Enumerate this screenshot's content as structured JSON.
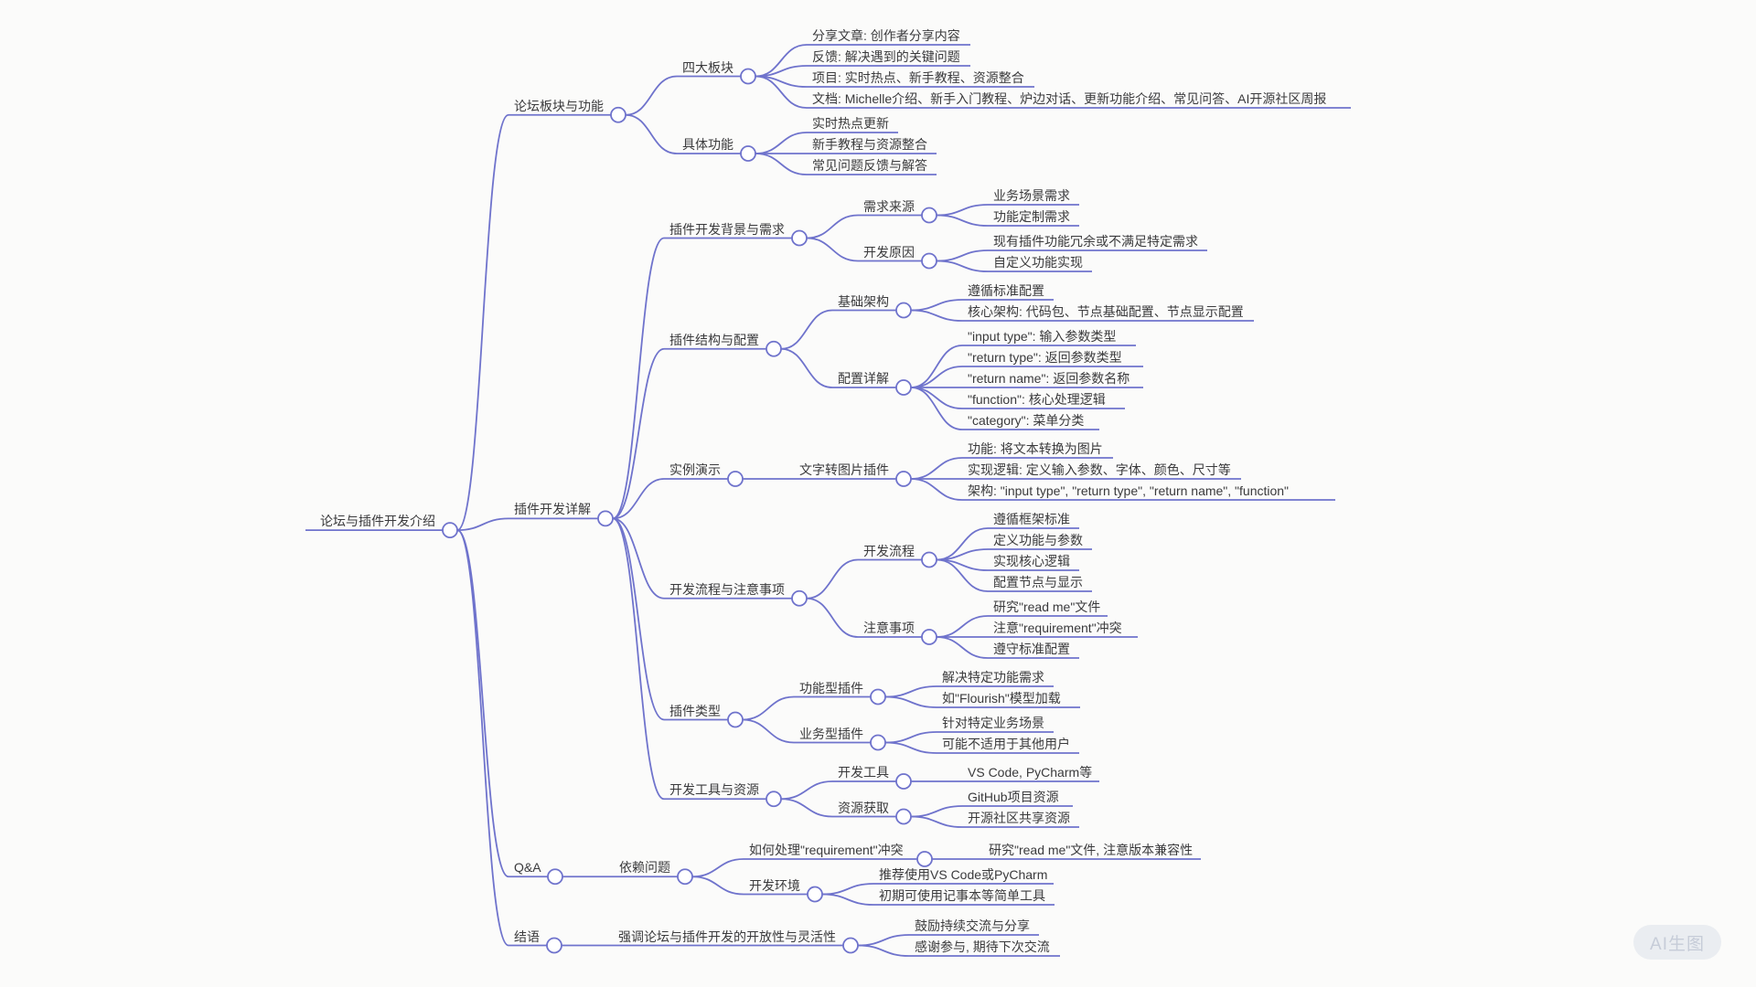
{
  "watermark": {
    "label": "AI生图"
  },
  "colors": {
    "background": "#fbfbfa",
    "edge": "#6f73cc",
    "node_fill": "#ffffff",
    "text": "#3a3a3c",
    "watermark_bg": "#eaedf1",
    "watermark_text": "#c6ccd8"
  },
  "mindmap": {
    "label": "论坛与插件开发介绍",
    "children": [
      {
        "label": "论坛板块与功能",
        "children": [
          {
            "label": "四大板块",
            "children": [
              {
                "label": "分享文章: 创作者分享内容"
              },
              {
                "label": "反馈: 解决遇到的关键问题"
              },
              {
                "label": "项目: 实时热点、新手教程、资源整合"
              },
              {
                "label": "文档: Michelle介绍、新手入门教程、炉边对话、更新功能介绍、常见问答、AI开源社区周报"
              }
            ]
          },
          {
            "label": "具体功能",
            "children": [
              {
                "label": "实时热点更新"
              },
              {
                "label": "新手教程与资源整合"
              },
              {
                "label": "常见问题反馈与解答"
              }
            ]
          }
        ]
      },
      {
        "label": "插件开发详解",
        "children": [
          {
            "label": "插件开发背景与需求",
            "children": [
              {
                "label": "需求来源",
                "children": [
                  {
                    "label": "业务场景需求"
                  },
                  {
                    "label": "功能定制需求"
                  }
                ]
              },
              {
                "label": "开发原因",
                "children": [
                  {
                    "label": "现有插件功能冗余或不满足特定需求"
                  },
                  {
                    "label": "自定义功能实现"
                  }
                ]
              }
            ]
          },
          {
            "label": "插件结构与配置",
            "children": [
              {
                "label": "基础架构",
                "children": [
                  {
                    "label": "遵循标准配置"
                  },
                  {
                    "label": "核心架构: 代码包、节点基础配置、节点显示配置"
                  }
                ]
              },
              {
                "label": "配置详解",
                "children": [
                  {
                    "label": "\"input type\": 输入参数类型"
                  },
                  {
                    "label": "\"return type\": 返回参数类型"
                  },
                  {
                    "label": "\"return name\": 返回参数名称"
                  },
                  {
                    "label": "\"function\": 核心处理逻辑"
                  },
                  {
                    "label": "\"category\": 菜单分类"
                  }
                ]
              }
            ]
          },
          {
            "label": "实例演示",
            "children": [
              {
                "label": "文字转图片插件",
                "children": [
                  {
                    "label": "功能: 将文本转换为图片"
                  },
                  {
                    "label": "实现逻辑: 定义输入参数、字体、颜色、尺寸等"
                  },
                  {
                    "label": "架构: \"input type\", \"return type\", \"return name\", \"function\""
                  }
                ]
              }
            ]
          },
          {
            "label": "开发流程与注意事项",
            "children": [
              {
                "label": "开发流程",
                "children": [
                  {
                    "label": "遵循框架标准"
                  },
                  {
                    "label": "定义功能与参数"
                  },
                  {
                    "label": "实现核心逻辑"
                  },
                  {
                    "label": "配置节点与显示"
                  }
                ]
              },
              {
                "label": "注意事项",
                "children": [
                  {
                    "label": "研究\"read me\"文件"
                  },
                  {
                    "label": "注意\"requirement\"冲突"
                  },
                  {
                    "label": "遵守标准配置"
                  }
                ]
              }
            ]
          },
          {
            "label": "插件类型",
            "children": [
              {
                "label": "功能型插件",
                "children": [
                  {
                    "label": "解决特定功能需求"
                  },
                  {
                    "label": "如\"Flourish\"模型加载"
                  }
                ]
              },
              {
                "label": "业务型插件",
                "children": [
                  {
                    "label": "针对特定业务场景"
                  },
                  {
                    "label": "可能不适用于其他用户"
                  }
                ]
              }
            ]
          },
          {
            "label": "开发工具与资源",
            "children": [
              {
                "label": "开发工具",
                "children": [
                  {
                    "label": "VS Code, PyCharm等"
                  }
                ]
              },
              {
                "label": "资源获取",
                "children": [
                  {
                    "label": "GitHub项目资源"
                  },
                  {
                    "label": "开源社区共享资源"
                  }
                ]
              }
            ]
          }
        ]
      },
      {
        "label": "Q&A",
        "children": [
          {
            "label": "依赖问题",
            "children": [
              {
                "label": "如何处理\"requirement\"冲突",
                "children": [
                  {
                    "label": "研究\"read me\"文件, 注意版本兼容性"
                  }
                ]
              },
              {
                "label": "开发环境",
                "children": [
                  {
                    "label": "推荐使用VS Code或PyCharm"
                  },
                  {
                    "label": "初期可使用记事本等简单工具"
                  }
                ]
              }
            ]
          }
        ]
      },
      {
        "label": "结语",
        "children": [
          {
            "label": "强调论坛与插件开发的开放性与灵活性",
            "children": [
              {
                "label": "鼓励持续交流与分享"
              },
              {
                "label": "感谢参与, 期待下次交流"
              }
            ]
          }
        ]
      }
    ]
  }
}
